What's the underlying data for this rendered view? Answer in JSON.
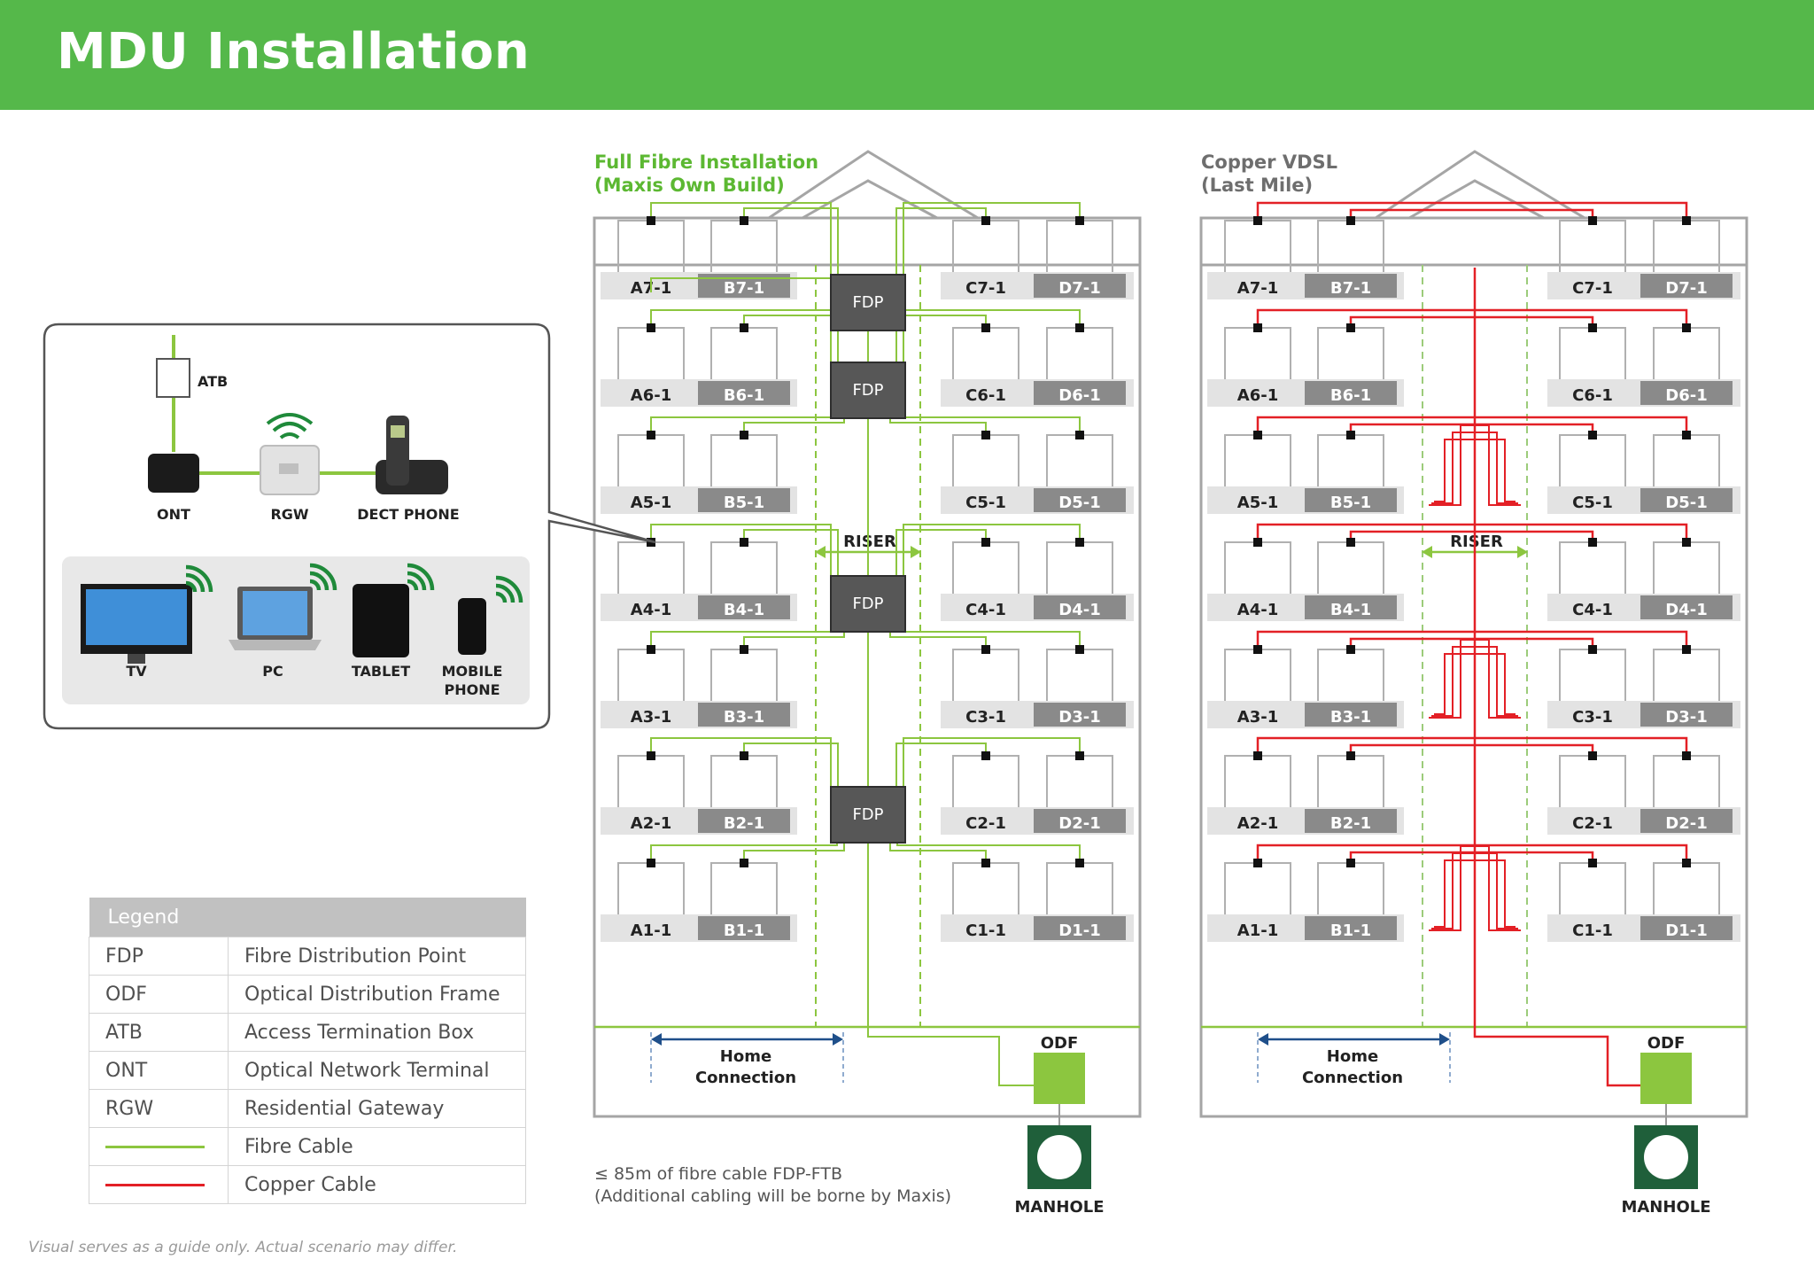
{
  "header": {
    "title": "MDU Installation",
    "bg_color": "#55b84a"
  },
  "colors": {
    "fibre": "#8cc63f",
    "copper": "#e32026",
    "fdp": "#575757",
    "odf": "#8cc63f",
    "manhole": "#1f5f3a",
    "arrow": "#1f4f8a",
    "wall": "#a5a5a5",
    "label_dark_bg": "#8a8a8a",
    "label_light_bg": "#e3e3e3",
    "title_green": "#5cb832"
  },
  "building_fibre": {
    "title_line1": "Full Fibre Installation",
    "title_line2": "(Maxis Own Build)",
    "riser": "RISER",
    "fdp": "FDP",
    "odf": "ODF",
    "manhole": "MANHOLE",
    "home_conn_1": "Home",
    "home_conn_2": "Connection"
  },
  "building_copper": {
    "title_line1": "Copper VDSL",
    "title_line2": "(Last Mile)",
    "riser": "RISER",
    "odf": "ODF",
    "manhole": "MANHOLE",
    "home_conn_1": "Home",
    "home_conn_2": "Connection"
  },
  "units": {
    "floors": [
      7,
      6,
      5,
      4,
      3,
      2,
      1
    ],
    "columns": [
      "A",
      "B",
      "C",
      "D"
    ]
  },
  "unit_labels": {
    "A7-1": "A7-1",
    "B7-1": "B7-1",
    "C7-1": "C7-1",
    "D7-1": "D7-1",
    "A6-1": "A6-1",
    "B6-1": "B6-1",
    "C6-1": "C6-1",
    "D6-1": "D6-1",
    "A5-1": "A5-1",
    "B5-1": "B5-1",
    "C5-1": "C5-1",
    "D5-1": "D5-1",
    "A4-1": "A4-1",
    "B4-1": "B4-1",
    "C4-1": "C4-1",
    "D4-1": "D4-1",
    "A3-1": "A3-1",
    "B3-1": "B3-1",
    "C3-1": "C3-1",
    "D3-1": "D3-1",
    "A2-1": "A2-1",
    "B2-1": "B2-1",
    "C2-1": "C2-1",
    "D2-1": "D2-1",
    "A1-1": "A1-1",
    "B1-1": "B1-1",
    "C1-1": "C1-1",
    "D1-1": "D1-1"
  },
  "callout": {
    "atb": "ATB",
    "ont": "ONT",
    "rgw": "RGW",
    "dect": "DECT PHONE",
    "tv": "TV",
    "pc": "PC",
    "tablet": "TABLET",
    "mobile_1": "MOBILE",
    "mobile_2": "PHONE"
  },
  "note": {
    "line1": "≤ 85m of fibre cable FDP-FTB",
    "line2": "(Additional cabling will be borne by Maxis)"
  },
  "legend": {
    "header": "Legend",
    "rows": [
      {
        "key": "FDP",
        "value": "Fibre Distribution Point"
      },
      {
        "key": "ODF",
        "value": "Optical Distribution Frame"
      },
      {
        "key": "ATB",
        "value": "Access Termination Box"
      },
      {
        "key": "ONT",
        "value": "Optical Network Terminal"
      },
      {
        "key": "RGW",
        "value": "Residential Gateway"
      }
    ],
    "fibre_label": "Fibre Cable",
    "copper_label": "Copper Cable"
  },
  "footer": "Visual serves as a guide only. Actual scenario may differ."
}
